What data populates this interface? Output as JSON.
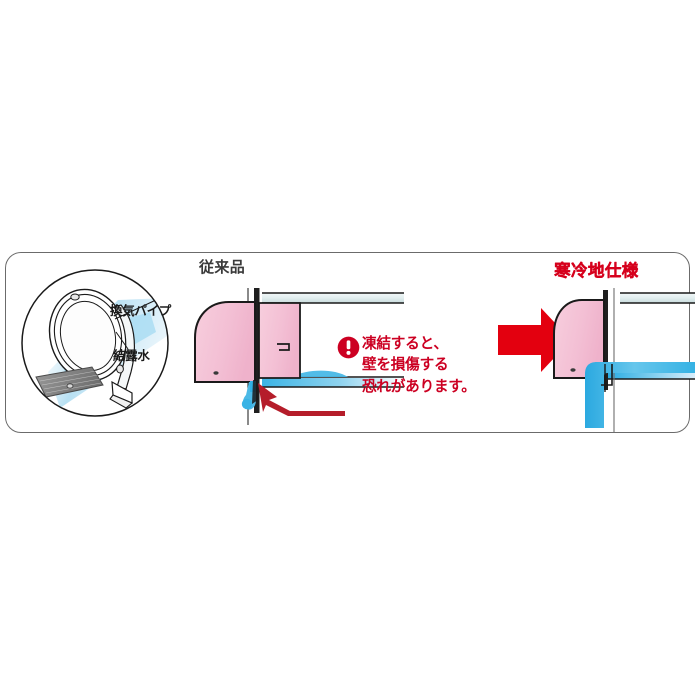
{
  "figure": {
    "title_conventional": "従来品",
    "title_cold_region": "寒冷地仕様",
    "callouts": {
      "vent_pipe": "換気パイプ",
      "condensation_water": "結露水"
    },
    "warning": {
      "icon": "exclamation-circle-icon",
      "line1": "凍結すると、",
      "line2": "壁を損傷する",
      "line3": "恐れがあります。"
    },
    "icons": {
      "transition_arrow": "right-arrow-icon",
      "pointer_arrow": "up-left-arrow-icon",
      "detail_circle": "circular-detail-inset"
    },
    "colors": {
      "panel_border": "#6b6b6b",
      "hood_fill": "#f5c3d6",
      "hood_stroke": "#1a1a1a",
      "pipe_fill": "#dfeced",
      "pipe_stroke": "#1a1a1a",
      "water_blue": "#3bb4e5",
      "water_blue_light": "#bfe3f5",
      "warning_red": "#cc0022",
      "arrow_red": "#e3000f",
      "title_red": "#d6001c",
      "title_gray": "#3a3a3a",
      "background": "#ffffff"
    }
  }
}
